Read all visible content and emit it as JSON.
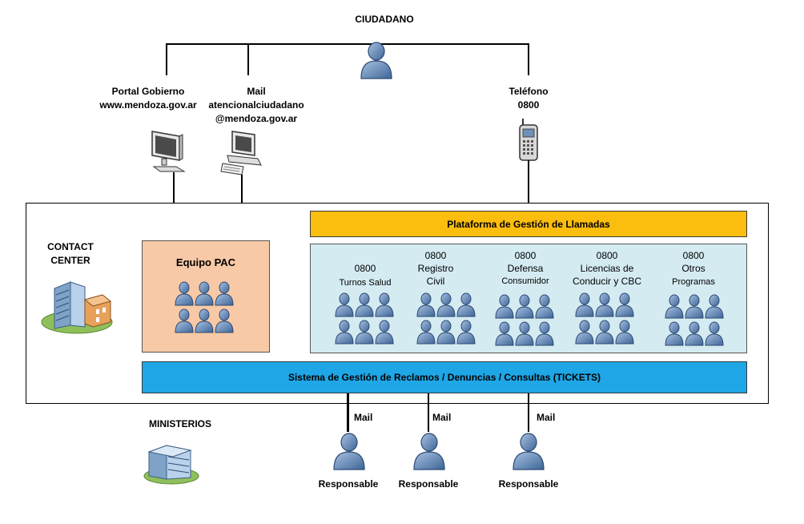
{
  "top": {
    "ciudadano": "CIUDADANO",
    "portal": [
      "Portal Gobierno",
      "www.mendoza.gov.ar"
    ],
    "mail": [
      "Mail",
      "atencionalciudadano",
      "@mendoza.gov.ar"
    ],
    "telefono": [
      "Teléfono",
      "0800"
    ]
  },
  "contact_center": {
    "label": [
      "CONTACT",
      "CENTER"
    ],
    "plataforma": "Plataforma de Gestión de Llamadas",
    "equipo_pac": "Equipo PAC",
    "programs": [
      {
        "lines": [
          "0800",
          "Turnos Salud"
        ]
      },
      {
        "lines": [
          "0800",
          "Registro",
          "Civil"
        ]
      },
      {
        "lines": [
          "0800",
          "Defensa",
          "Consumidor"
        ]
      },
      {
        "lines": [
          "0800",
          "Licencias de",
          "Conducir y CBC"
        ]
      },
      {
        "lines": [
          "0800",
          "Otros",
          "Programas"
        ]
      }
    ],
    "sistema": "Sistema de Gestión de Reclamos / Denuncias / Consultas (TICKETS)"
  },
  "ministerios": {
    "label": "MINISTERIOS",
    "mail_label": "Mail",
    "responsable_label": "Responsable",
    "count": 3
  },
  "colors": {
    "plataforma_bg": "#fbbd0e",
    "sistema_bg": "#1ea6e6",
    "pac_bg": "#f8c9a6",
    "programs_bg": "#d4ebf2",
    "person": "#5b7fae"
  }
}
